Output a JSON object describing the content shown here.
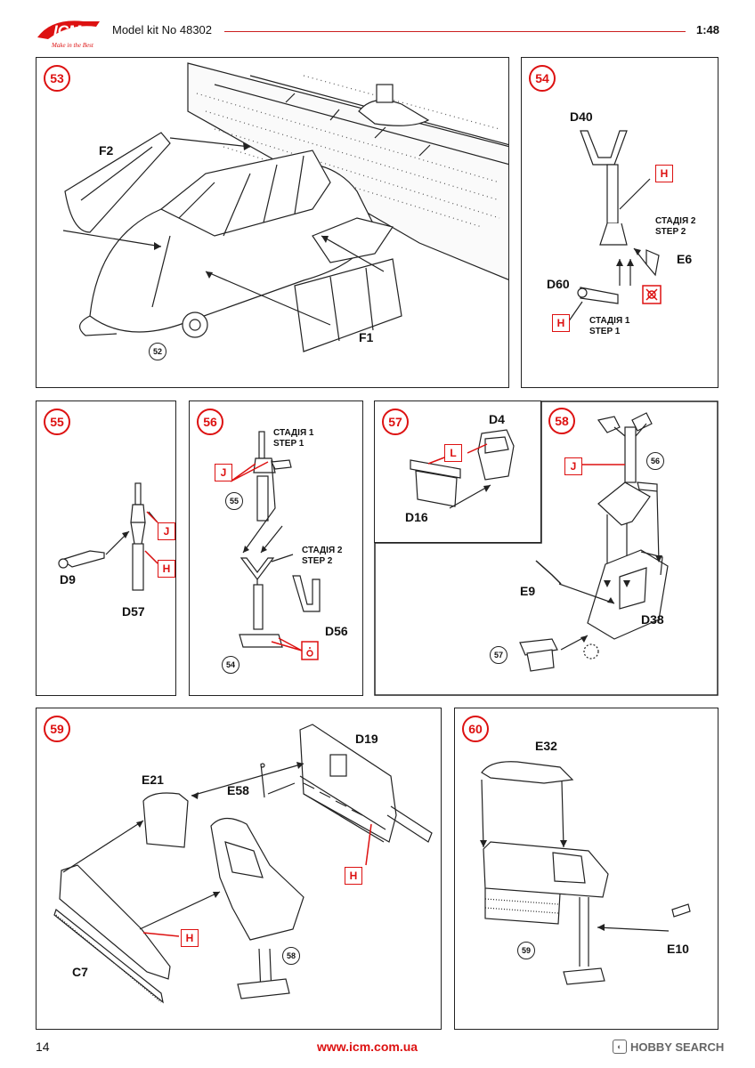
{
  "header": {
    "logo_text": "ICM",
    "logo_tagline": "Make in the Best",
    "title": "Model kit No 48302",
    "scale": "1:48"
  },
  "footer": {
    "page_number": "14",
    "url": "www.icm.com.ua",
    "watermark": "HOBBY SEARCH"
  },
  "steps": {
    "s53": {
      "number": "53",
      "parts": [
        "F2",
        "F1"
      ],
      "refs": [
        "52"
      ]
    },
    "s54": {
      "number": "54",
      "parts": [
        "D40",
        "E6",
        "D60"
      ],
      "tags": [
        "H",
        "H"
      ],
      "stage2": "СТАДІЯ 2",
      "step2": "STEP 2",
      "stage1": "СТАДІЯ 1",
      "step1": "STEP 1"
    },
    "s55": {
      "number": "55",
      "parts": [
        "D9",
        "D57"
      ],
      "tags": [
        "J",
        "H"
      ]
    },
    "s56": {
      "number": "56",
      "parts": [
        "D56"
      ],
      "tags": [
        "J"
      ],
      "refs": [
        "55",
        "54"
      ],
      "stage1": "СТАДІЯ 1",
      "step1": "STEP 1",
      "stage2": "СТАДІЯ 2",
      "step2": "STEP 2"
    },
    "s57": {
      "number": "57",
      "parts": [
        "D4",
        "D16"
      ],
      "tags": [
        "L"
      ]
    },
    "s58": {
      "number": "58",
      "parts": [
        "E9",
        "D38"
      ],
      "tags": [
        "J"
      ],
      "refs": [
        "56",
        "57"
      ]
    },
    "s59": {
      "number": "59",
      "parts": [
        "D19",
        "E21",
        "E58",
        "C7"
      ],
      "tags": [
        "H",
        "H"
      ],
      "refs": [
        "58"
      ]
    },
    "s60": {
      "number": "60",
      "parts": [
        "E32",
        "E10"
      ],
      "refs": [
        "59"
      ]
    }
  },
  "colors": {
    "accent": "#d11111",
    "line": "#222222"
  }
}
